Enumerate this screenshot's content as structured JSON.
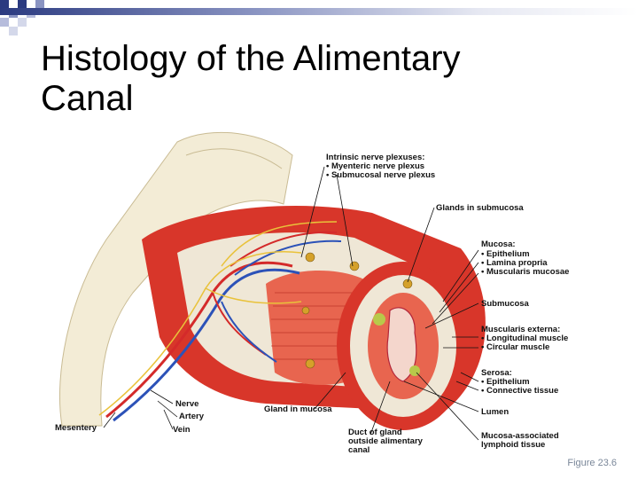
{
  "slide": {
    "title": "Histology of the Alimentary Canal",
    "caption": "Figure 23.6"
  },
  "labels": {
    "intrinsic_header": "Intrinsic nerve plexuses:",
    "myenteric": "• Myenteric nerve plexus",
    "submucosal_plexus": "• Submucosal nerve plexus",
    "glands_submucosa": "Glands in submucosa",
    "mucosa_header": "Mucosa:",
    "epithelium": "• Epithelium",
    "lamina_propria": "• Lamina propria",
    "muscularis_mucosae": "• Muscularis mucosae",
    "submucosa": "Submucosa",
    "muscularis_externa_header": "Muscularis externa:",
    "longitudinal": "• Longitudinal muscle",
    "circular": "• Circular muscle",
    "serosa_header": "Serosa:",
    "serosa_epithelium": "• Epithelium",
    "connective": "• Connective tissue",
    "lumen": "Lumen",
    "malt": "Mucosa-associated lymphoid tissue",
    "duct": "Duct of gland outside alimentary canal",
    "gland_mucosa": "Gland in mucosa",
    "nerve": "Nerve",
    "artery": "Artery",
    "vein": "Vein",
    "mesentery": "Mesentery"
  },
  "colors": {
    "muscle": "#d8362a",
    "muscle_light": "#e8654f",
    "submucosa": "#efe7d6",
    "mesentery": "#f3ecd6",
    "artery": "#d42a2a",
    "vein": "#2c52b8",
    "nerve": "#e9c23a",
    "lymph": "#b8c94a",
    "title_bar": "#2b3a80",
    "caption": "#7a8799"
  }
}
